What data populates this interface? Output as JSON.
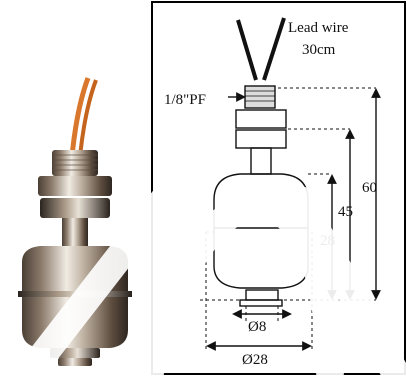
{
  "lead_wire": {
    "label": "Lead wire",
    "length": "30cm"
  },
  "thread": "1/8\"PF",
  "dimensions": {
    "overall_height": "60",
    "mid_height": "45",
    "float_height": "28",
    "stem_diameter": "Ø8",
    "float_diameter": "Ø28"
  },
  "colors": {
    "frame": "#000000",
    "watermark": "#ffffff",
    "cable": "#d9782c"
  }
}
